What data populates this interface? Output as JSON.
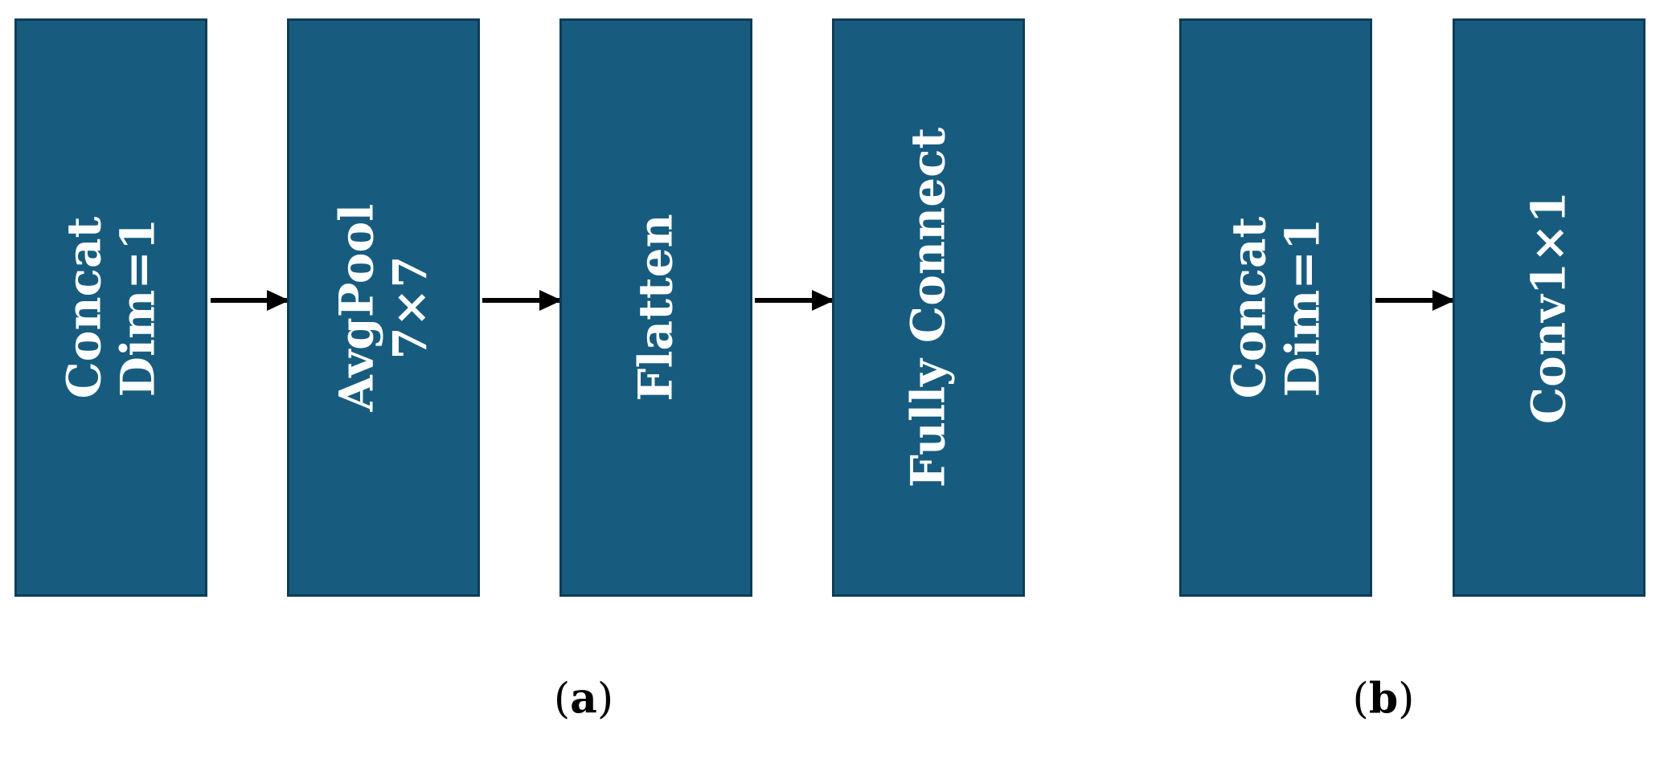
{
  "panel_a": {
    "blocks": [
      {
        "lines": [
          "Concat",
          "Dim=1"
        ]
      },
      {
        "lines": [
          "AvgPool",
          "7×7"
        ]
      },
      {
        "lines": [
          "Flatten"
        ]
      },
      {
        "lines": [
          "Fully Connect"
        ]
      }
    ],
    "caption": {
      "open": "(",
      "letter": "a",
      "close": ")"
    }
  },
  "panel_b": {
    "blocks": [
      {
        "lines": [
          "Concat",
          "Dim=1"
        ]
      },
      {
        "lines": [
          "Conv1×1"
        ]
      }
    ],
    "caption": {
      "open": "(",
      "letter": "b",
      "close": ")"
    }
  },
  "colors": {
    "block_fill": "#175c7f",
    "block_border": "#0d3d56",
    "arrow": "#000000",
    "text": "#ffffff"
  }
}
